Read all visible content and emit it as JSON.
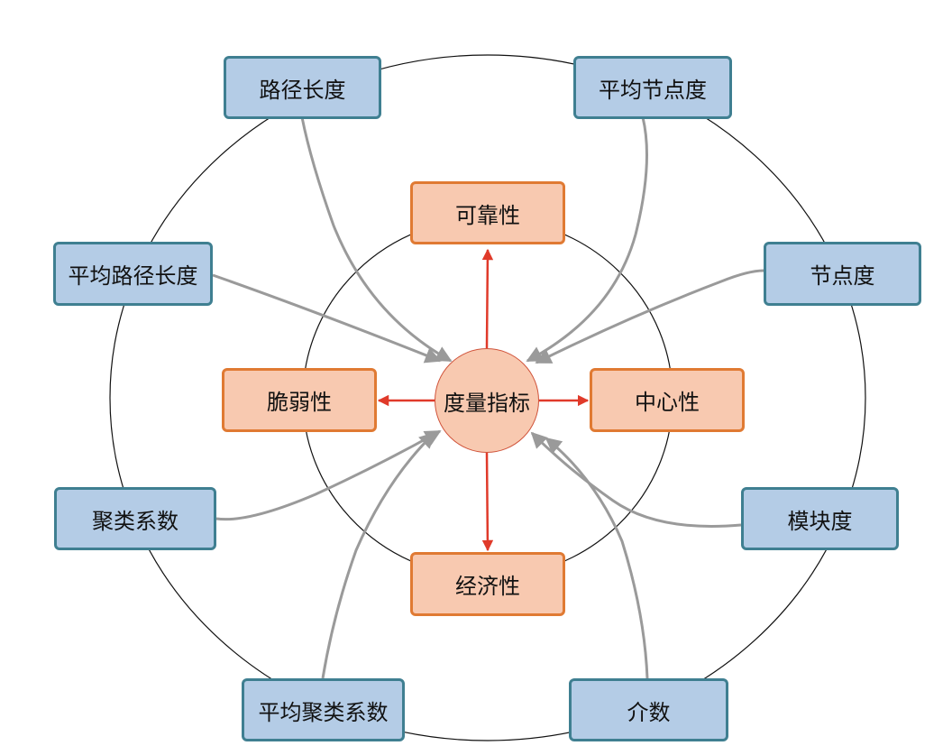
{
  "center": {
    "label": "度量指标"
  },
  "properties": [
    {
      "id": "reliability",
      "label": "可靠性"
    },
    {
      "id": "vulnerability",
      "label": "脆弱性"
    },
    {
      "id": "centrality",
      "label": "中心性"
    },
    {
      "id": "economy",
      "label": "经济性"
    }
  ],
  "metrics": [
    {
      "id": "path-length",
      "label": "路径长度"
    },
    {
      "id": "avg-node-degree",
      "label": "平均节点度"
    },
    {
      "id": "avg-path-length",
      "label": "平均路径长度"
    },
    {
      "id": "node-degree",
      "label": "节点度"
    },
    {
      "id": "clustering-coeff",
      "label": "聚类系数"
    },
    {
      "id": "modularity",
      "label": "模块度"
    },
    {
      "id": "avg-clustering-coeff",
      "label": "平均聚类系数"
    },
    {
      "id": "betweenness",
      "label": "介数"
    }
  ],
  "colors": {
    "metric_fill": "#b4cce6",
    "metric_border": "#3f7f91",
    "property_fill": "#f8c9b0",
    "property_border": "#e07a33",
    "red_arrow": "#e03a2a",
    "gray_arrow": "#9a9a9a"
  }
}
